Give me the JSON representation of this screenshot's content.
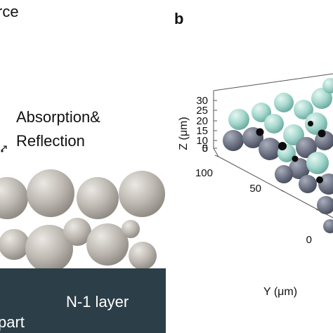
{
  "panel_a": {
    "source_label_fragment": "rce",
    "absorption_line1": "Absorption&",
    "absorption_line2": "Reflection",
    "layer_label": "N-1 layer",
    "part_label_fragment": "part"
  },
  "panel_b": {
    "panel_letter": "b",
    "z_axis_label": "Z (μm)",
    "y_axis_label": "Y (μm)",
    "z_ticks": [
      "30",
      "25",
      "20",
      "15",
      "10",
      "5",
      "0"
    ],
    "y_ticks": [
      "100",
      "50",
      "0"
    ]
  },
  "colors": {
    "layer_fill": "#2c3f48",
    "layer_text": "#ffffff",
    "particle_gray": "#a8a39c",
    "sphere_teal": "#9fd3c9",
    "sphere_slate": "#6b7280",
    "marker_black": "#0d0d0d"
  }
}
